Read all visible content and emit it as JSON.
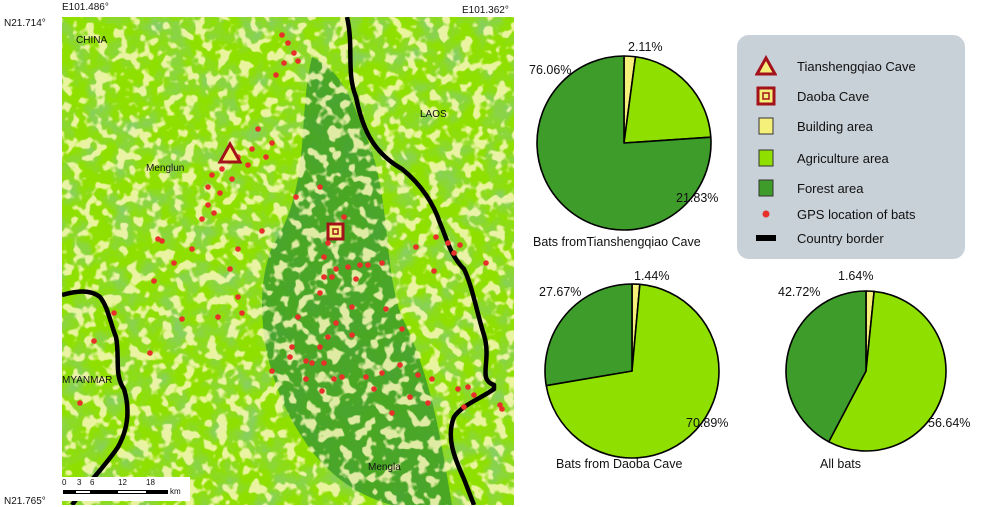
{
  "map": {
    "coords": {
      "top_left_lon": "E101.486°",
      "top_right_lon": "E101.362°",
      "top_left_lat": "N21.714°",
      "bottom_left_lat": "N21.765°"
    },
    "places": {
      "china": "CHINA",
      "laos": "LAOS",
      "menglun": "Menglun",
      "myanmar": "MYANMAR",
      "mengla": "Mengla"
    },
    "scale_bar": {
      "ticks": [
        "0",
        "3",
        "6",
        "12",
        "18"
      ],
      "unit": "km"
    },
    "colors": {
      "agriculture": "#8fe000",
      "forest": "#3e9c2a",
      "building": "#f4f07a",
      "bats": "#e8302a",
      "border": "#000000",
      "cave_marker": "#a3121b"
    }
  },
  "legend": {
    "items": [
      {
        "symbol": "triangle-marker",
        "label": "Tianshengqiao Cave"
      },
      {
        "symbol": "square-marker",
        "label": "Daoba Cave"
      },
      {
        "symbol": "yellow-swatch",
        "label": "Building area",
        "color": "#f4f07a"
      },
      {
        "symbol": "lightgreen-swatch",
        "label": "Agriculture area",
        "color": "#8fe000"
      },
      {
        "symbol": "darkgreen-swatch",
        "label": "Forest area",
        "color": "#3e9c2a"
      },
      {
        "symbol": "red-dot",
        "label": "GPS location of bats",
        "color": "#e8302a"
      },
      {
        "symbol": "black-line",
        "label": "Country border",
        "color": "#000000"
      }
    ]
  },
  "chart_data": [
    {
      "type": "pie",
      "title": "Bats fromTianshengqiao Cave",
      "slices": [
        {
          "label": "Building area",
          "value": 2.11,
          "display": "2.11%",
          "color": "#f4f07a"
        },
        {
          "label": "Agriculture area",
          "value": 21.83,
          "display": "21.83%",
          "color": "#8fe000"
        },
        {
          "label": "Forest area",
          "value": 76.06,
          "display": "76.06%",
          "color": "#3e9c2a"
        }
      ]
    },
    {
      "type": "pie",
      "title": "Bats from Daoba Cave",
      "slices": [
        {
          "label": "Building area",
          "value": 1.44,
          "display": "1.44%",
          "color": "#f4f07a"
        },
        {
          "label": "Agriculture area",
          "value": 70.89,
          "display": "70.89%",
          "color": "#8fe000"
        },
        {
          "label": "Forest area",
          "value": 27.67,
          "display": "27.67%",
          "color": "#3e9c2a"
        }
      ]
    },
    {
      "type": "pie",
      "title": "All bats",
      "slices": [
        {
          "label": "Building area",
          "value": 1.64,
          "display": "1.64%",
          "color": "#f4f07a"
        },
        {
          "label": "Agriculture area",
          "value": 56.64,
          "display": "56.64%",
          "color": "#8fe000"
        },
        {
          "label": "Forest area",
          "value": 42.72,
          "display": "42.72%",
          "color": "#3e9c2a"
        }
      ]
    }
  ]
}
